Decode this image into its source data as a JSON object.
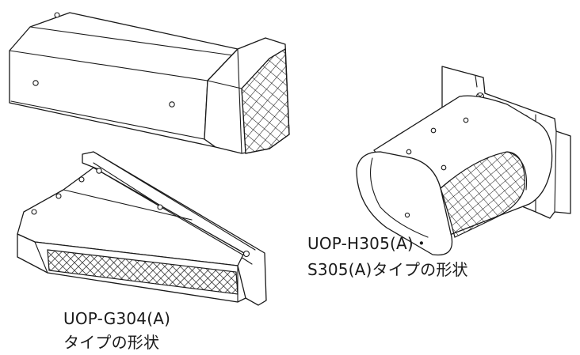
{
  "labels": {
    "g304_model": "UOP-G304(A)",
    "g304_caption": "タイプの形状",
    "h305_model": "UOP-H305(A)・",
    "s305_caption": "S305(A)タイプの形状"
  },
  "colors": {
    "line": "#1a1a1a",
    "background": "#ffffff"
  }
}
